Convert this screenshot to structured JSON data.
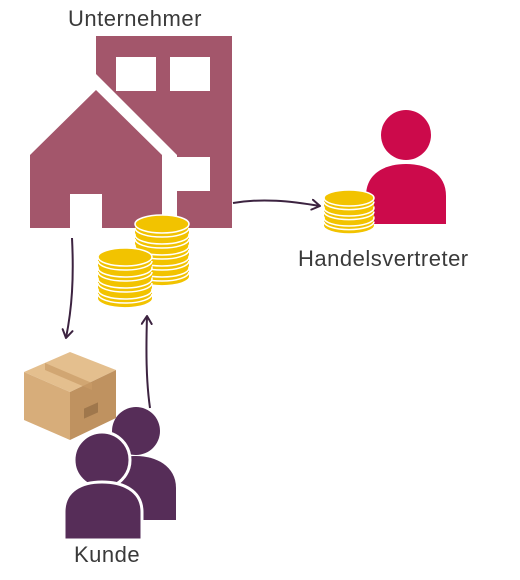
{
  "labels": {
    "company": "Unternehmer",
    "agent": "Handelsvertreter",
    "customer": "Kunde"
  },
  "colors": {
    "building": "#a3566b",
    "agent": "#cc0a4b",
    "customer": "#562d58",
    "coin": "#f2c300",
    "coin_edge": "#ffffff",
    "box": "#d7ad7a",
    "box_dark": "#bf9260",
    "arrow": "#3c2340",
    "text": "#3a3a3a"
  },
  "icons": [
    "building-icon",
    "house-icon",
    "coin-stack-icon",
    "person-icon",
    "people-icon",
    "package-box-icon",
    "arrow-icon"
  ]
}
